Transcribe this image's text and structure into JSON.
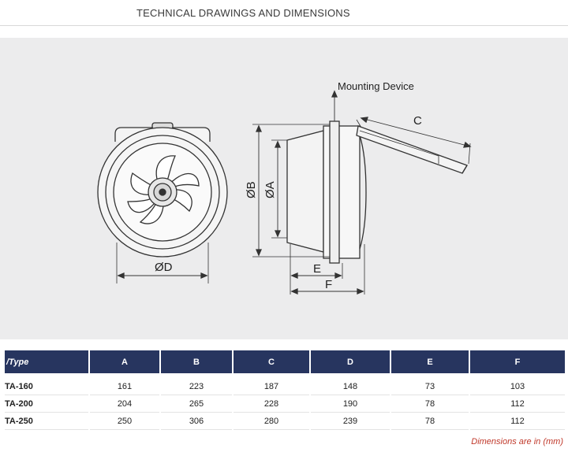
{
  "page": {
    "title": "TECHNICAL DRAWINGS AND DIMENSIONS"
  },
  "drawing": {
    "labels": {
      "mounting_device": "Mounting Device",
      "A": "ØA",
      "B": "ØB",
      "C": "C",
      "D": "ØD",
      "E": "E",
      "F": "F"
    }
  },
  "table": {
    "headers": [
      "/Type",
      "A",
      "B",
      "C",
      "D",
      "E",
      "F"
    ],
    "rows": [
      [
        "TA-160",
        "161",
        "223",
        "187",
        "148",
        "73",
        "103"
      ],
      [
        "TA-200",
        "204",
        "265",
        "228",
        "190",
        "78",
        "112"
      ],
      [
        "TA-250",
        "250",
        "306",
        "280",
        "239",
        "78",
        "112"
      ]
    ]
  },
  "note": "Dimensions are in (mm)",
  "colors": {
    "header_bg": "#27355f",
    "note": "#c0392b",
    "panel_bg": "#ececed"
  }
}
